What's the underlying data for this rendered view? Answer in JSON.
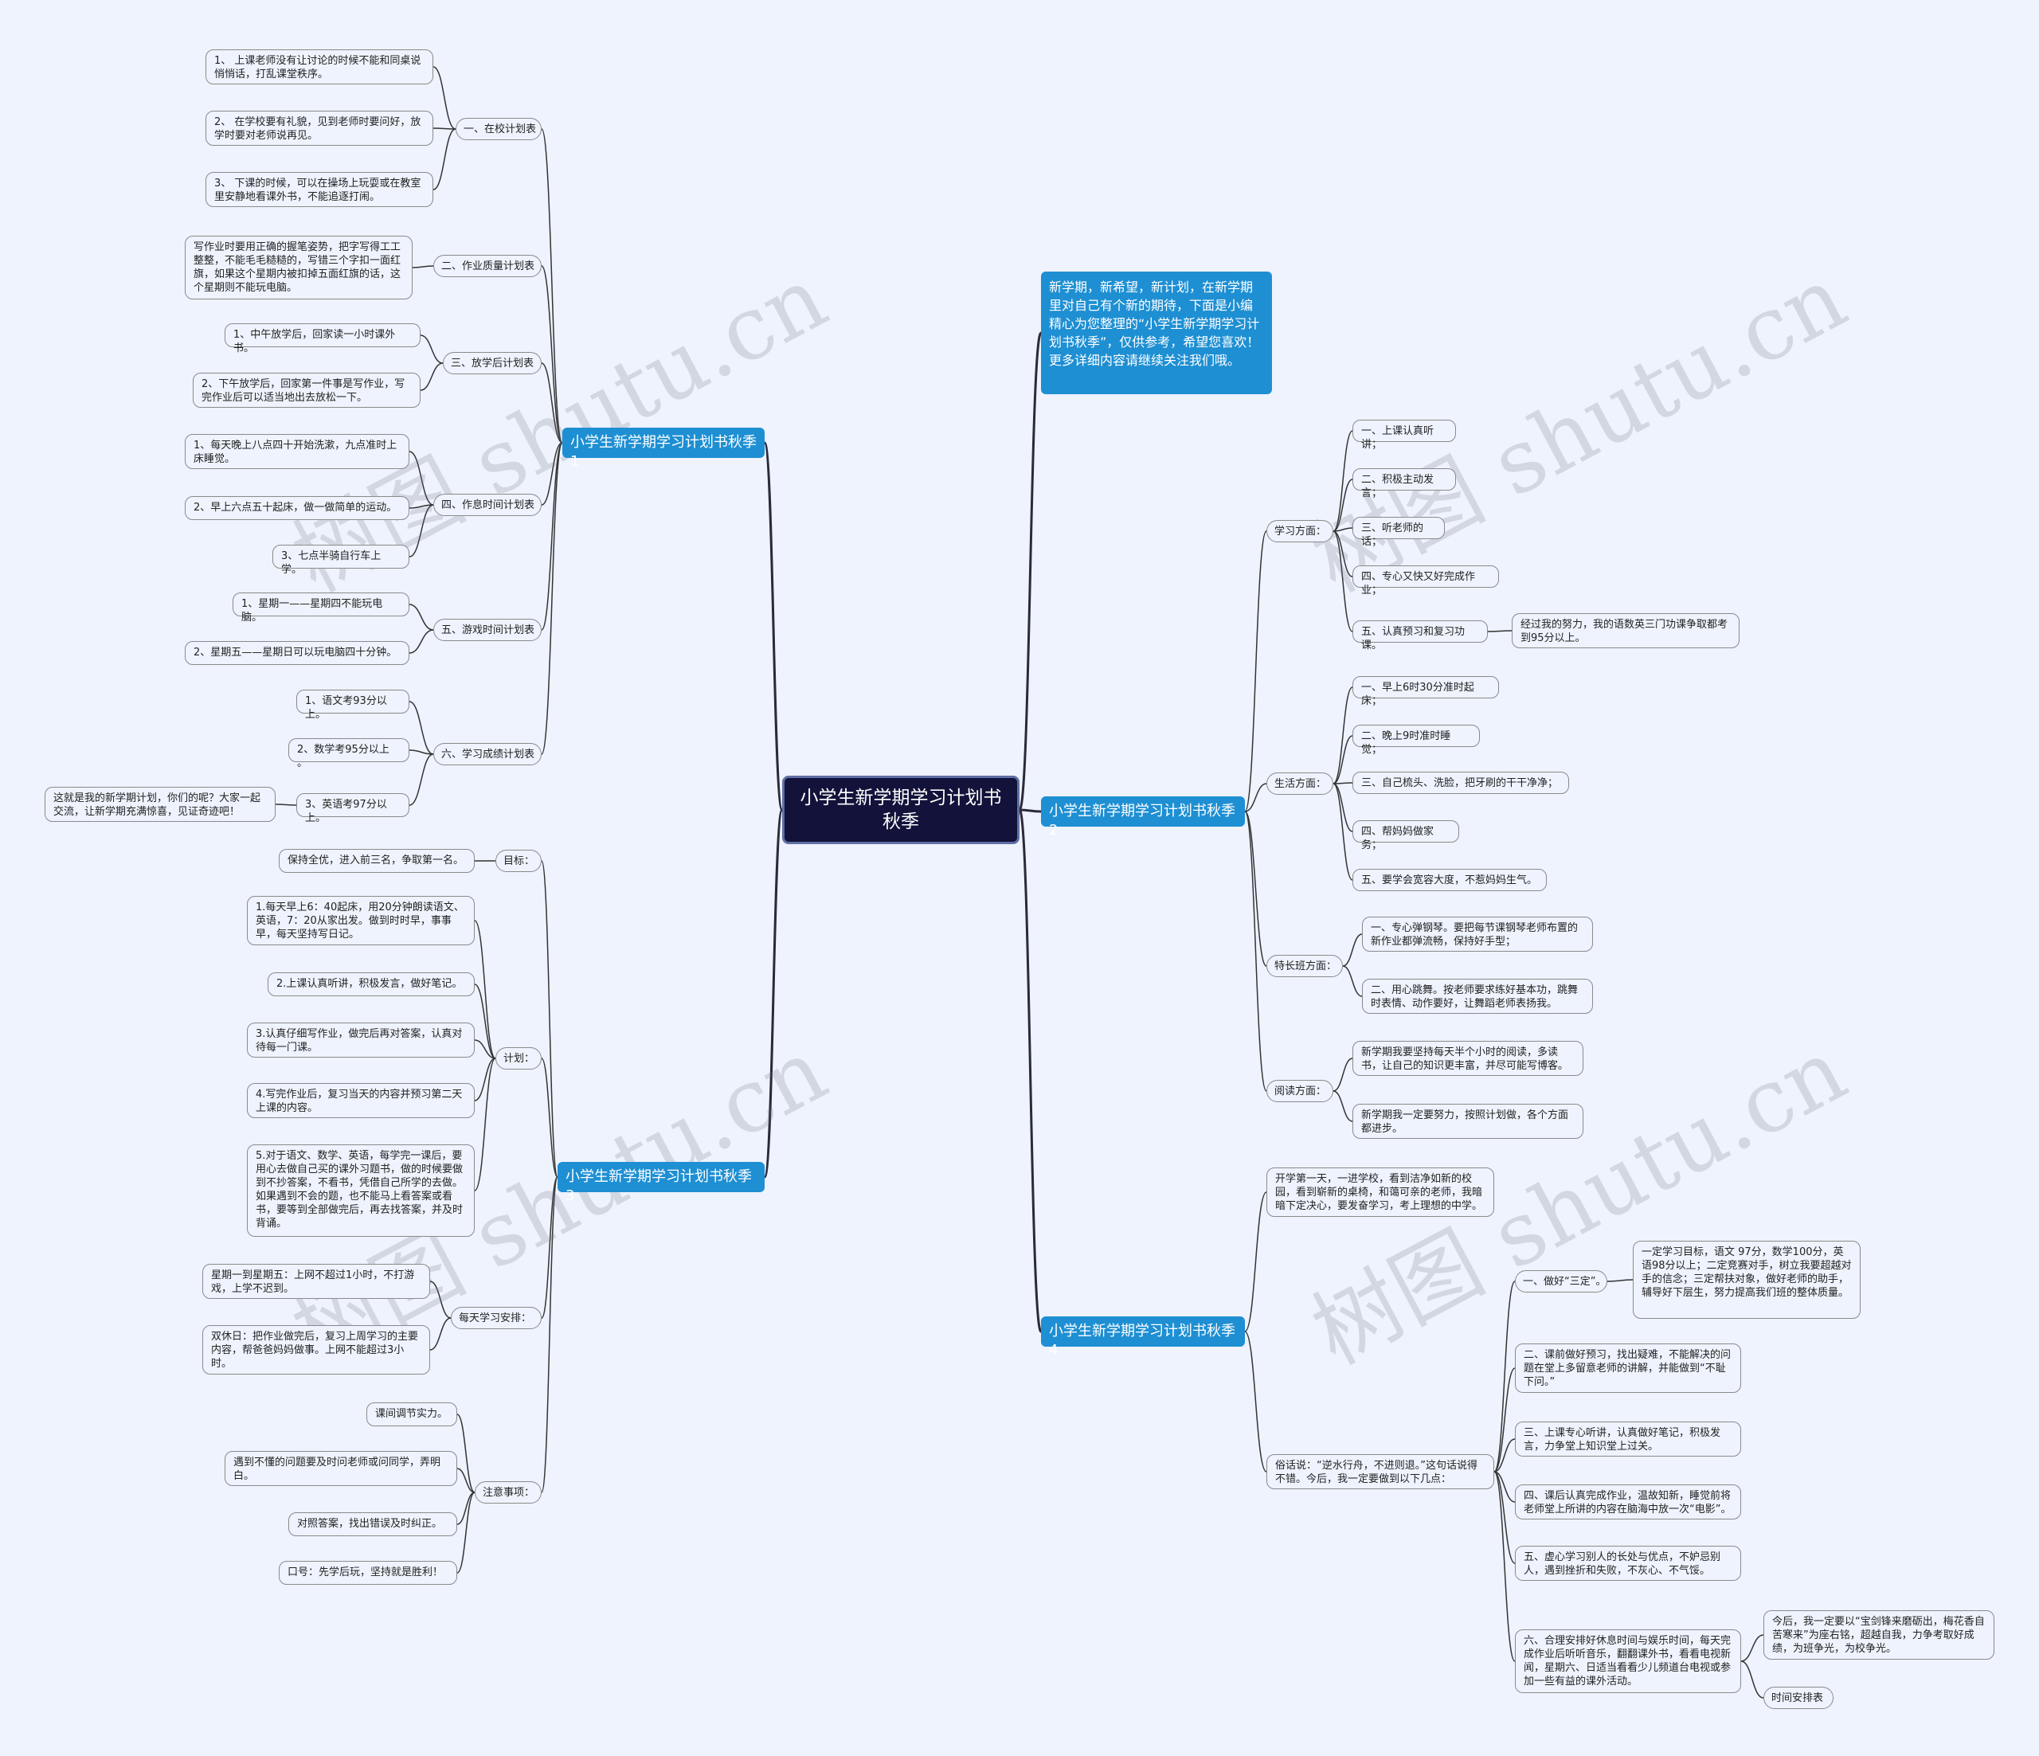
{
  "root": "小学生新学期学习计划书秋季",
  "intro": "新学期，新希望，新计划，在新学期里对自己有个新的期待，下面是小编精心为您整理的“小学生新学期学习计划书秋季”，仅供参考，希望您喜欢！更多详细内容请继续关注我们哦。",
  "watermark": "树图 shutu.cn",
  "b1": {
    "title": "小学生新学期学习计划书秋季1",
    "s1": {
      "label": "一、在校计划表",
      "l1": "1、 上课老师没有让讨论的时候不能和同桌说悄悄话，打乱课堂秩序。",
      "l2": "2、 在学校要有礼貌，见到老师时要问好，放学时要对老师说再见。",
      "l3": "3、 下课的时候，可以在操场上玩耍或在教室里安静地看课外书，不能追逐打闹。"
    },
    "s2": {
      "label": "二、作业质量计划表",
      "l1": "写作业时要用正确的握笔姿势，把字写得工工整整，不能毛毛糙糙的，写错三个字扣一面红旗，如果这个星期内被扣掉五面红旗的话，这个星期则不能玩电脑。"
    },
    "s3": {
      "label": "三、放学后计划表",
      "l1": "1、中午放学后，回家读一小时课外书。",
      "l2": "2、下午放学后，回家第一件事是写作业，写完作业后可以适当地出去放松一下。"
    },
    "s4": {
      "label": "四、作息时间计划表",
      "l1": "1、每天晚上八点四十开始洗漱，九点准时上床睡觉。",
      "l2": "2、早上六点五十起床，做一做简单的运动。",
      "l3": "3、七点半骑自行车上学。"
    },
    "s5": {
      "label": "五、游戏时间计划表",
      "l1": "1、星期一——星期四不能玩电脑。",
      "l2": "2、星期五——星期日可以玩电脑四十分钟。"
    },
    "s6": {
      "label": "六、学习成绩计划表",
      "l1": "1、语文考93分以上。",
      "l2": "2、数学考95分以上 。",
      "l3": "3、英语考97分以上。",
      "l3a": "这就是我的新学期计划，你们的呢？大家一起交流，让新学期充满惊喜，见证奇迹吧！"
    }
  },
  "b2": {
    "title": "小学生新学期学习计划书秋季2",
    "s1": {
      "label": "学习方面：",
      "l1": "一、上课认真听讲；",
      "l2": "二、积极主动发言；",
      "l3": "三、听老师的话；",
      "l4": "四、专心又快又好完成作业；",
      "l5": "五、认真预习和复习功课。",
      "l5a": "经过我的努力，我的语数英三门功课争取都考到95分以上。"
    },
    "s2": {
      "label": "生活方面：",
      "l1": "一、早上6时30分准时起床；",
      "l2": "二、晚上9时准时睡觉；",
      "l3": "三、自己梳头、洗脸，把牙刷的干干净净；",
      "l4": "四、帮妈妈做家务；",
      "l5": "五、要学会宽容大度，不惹妈妈生气。"
    },
    "s3": {
      "label": "特长班方面：",
      "l1": "一、专心弹钢琴。要把每节课钢琴老师布置的新作业都弹流畅，保持好手型；",
      "l2": "二、用心跳舞。按老师要求练好基本功，跳舞时表情、动作要好，让舞蹈老师表扬我。"
    },
    "s4": {
      "label": "阅读方面：",
      "l1": "新学期我要坚持每天半个小时的阅读，多读书，让自己的知识更丰富，并尽可能写博客。",
      "l2": "新学期我一定要努力，按照计划做，各个方面都进步。"
    }
  },
  "b3": {
    "title": "小学生新学期学习计划书秋季3",
    "s1": {
      "label": "目标：",
      "l1": "保持全优，进入前三名，争取第一名。"
    },
    "s2": {
      "label": "计划：",
      "l1": "1.每天早上6：40起床，用20分钟朗读语文、英语，7：20从家出发。做到时时早，事事早，每天坚持写日记。",
      "l2": "2.上课认真听讲，积极发言，做好笔记。",
      "l3": "3.认真仔细写作业，做完后再对答案，认真对待每一门课。",
      "l4": "4.写完作业后，复习当天的内容并预习第二天上课的内容。",
      "l5": "5.对于语文、数学、英语，每学完一课后，要用心去做自己买的课外习题书，做的时候要做到不抄答案，不看书，凭借自己所学的去做。如果遇到不会的题，也不能马上看答案或看书，要等到全部做完后，再去找答案，并及时背诵。"
    },
    "s3": {
      "label": "每天学习安排：",
      "l1": "星期一到星期五：上网不超过1小时，不打游戏，上学不迟到。",
      "l2": "双休日：把作业做完后，复习上周学习的主要内容，帮爸爸妈妈做事。上网不能超过3小时。"
    },
    "s4": {
      "label": "注意事项：",
      "l1": "课间调节实力。",
      "l2": "遇到不懂的问题要及时问老师或问同学，弄明白。",
      "l3": "对照答案，找出错误及时纠正。",
      "l4": "口号：先学后玩，坚持就是胜利！"
    }
  },
  "b4": {
    "title": "小学生新学期学习计划书秋季4",
    "s1": {
      "label": "开学第一天，一进学校，看到洁净如新的校园，看到崭新的桌椅，和蔼可亲的老师，我暗暗下定决心，要发奋学习，考上理想的中学。"
    },
    "s2": {
      "label": "俗话说：“逆水行舟，不进则退。”这句话说得不错。今后，我一定要做到以下几点：",
      "l1": "一、做好“三定”。",
      "l1a": "一定学习目标，语文 97分，数学100分，英语98分以上；二定竞赛对手，树立我要超越对手的信念；三定帮扶对象，做好老师的助手，辅导好下层生，努力提高我们班的整体质量。",
      "l2": "二、课前做好预习，找出疑难，不能解决的问题在堂上多留意老师的讲解，并能做到“不耻下问。”",
      "l3": "三、上课专心听讲，认真做好笔记，积极发言，力争堂上知识堂上过关。",
      "l4": "四、课后认真完成作业，温故知新，睡觉前将老师堂上所讲的内容在脑海中放一次“电影”。",
      "l5": "五、虚心学习别人的长处与优点，不妒忌别人，遇到挫折和失败，不灰心、不气馁。",
      "l6": "六、合理安排好休息时间与娱乐时间，每天完成作业后听听音乐，翻翻课外书，看看电视新闻，星期六、日适当看看少儿频道台电视或参加一些有益的课外活动。",
      "l6a": "今后，我一定要以“宝剑锋来磨砺出，梅花香自苦寒来”为座右铭，超越自我，力争考取好成绩，为班争光，为校争光。",
      "l6b": "时间安排表"
    }
  }
}
